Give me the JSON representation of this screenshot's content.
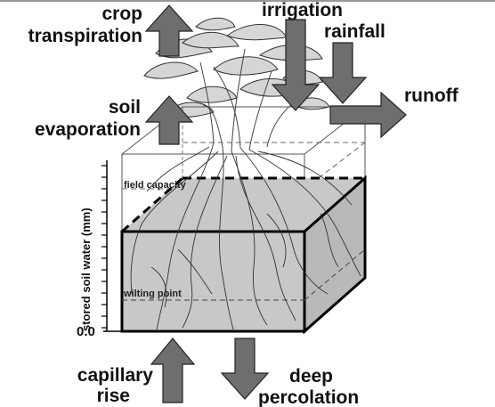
{
  "labels": {
    "crop_transpiration_line1": "crop",
    "crop_transpiration_line2": "transpiration",
    "irrigation": "irrigation",
    "rainfall": "rainfall",
    "runoff": "runoff",
    "soil_evaporation_line1": "soil",
    "soil_evaporation_line2": "evaporation",
    "field_capacity": "field capacity",
    "wilting_point": "wilting point",
    "capillary_rise_line1": "capillary",
    "capillary_rise_line2": "rise",
    "deep_percolation_line1": "deep",
    "deep_percolation_line2": "percolation"
  },
  "axis": {
    "label": "stored soil water (mm)",
    "zero": "0.0"
  },
  "colors": {
    "arrow_fill": "#6e6e6e",
    "soil_fill": "#c8c8c8",
    "soil_side_fill": "#b9b9b9",
    "leaf_fill": "#d6d6d6"
  }
}
